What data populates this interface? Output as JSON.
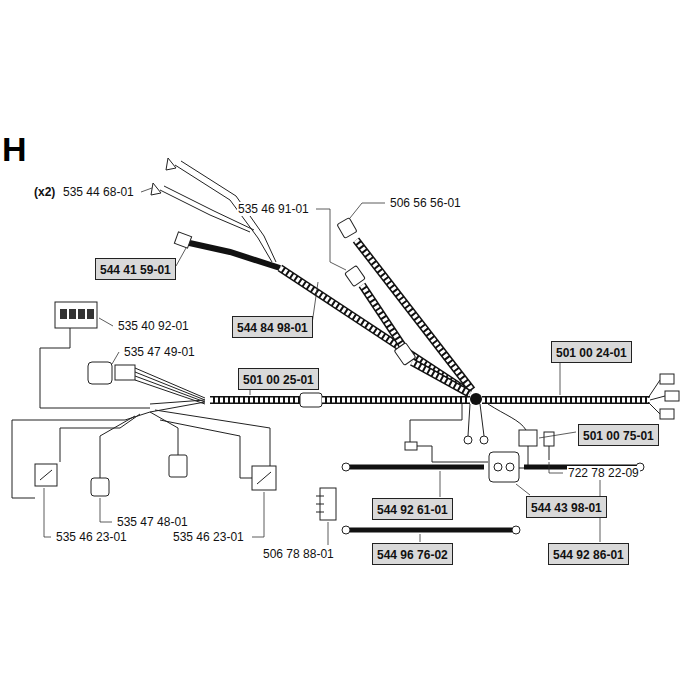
{
  "diagram": {
    "title": "H",
    "nodes": [
      {
        "text": [
          "544 41 59-01"
        ]
      },
      {
        "text": [
          "544 84 98-01"
        ]
      },
      {
        "text": [
          "501 00 24-01"
        ]
      },
      {
        "text": [
          "501 00 25-01"
        ]
      },
      {
        "text": [
          "501 00 75-01"
        ]
      },
      {
        "text": [
          "544 92 61-01"
        ]
      },
      {
        "text": [
          "544 43 98-01"
        ]
      },
      {
        "text": [
          "544 96 76-02"
        ]
      },
      {
        "text": [
          "544 92 86-01"
        ]
      }
    ],
    "labels": [
      "(x2)",
      "535 44 68-01",
      "535 46 91-01",
      "506 56 56-01",
      "535 40 92-01",
      "535 47 49-01",
      "722 78 22-09",
      "535 46 23-01",
      "535 47 48-01",
      "535 46 23-01",
      "506 78 88-01"
    ]
  }
}
